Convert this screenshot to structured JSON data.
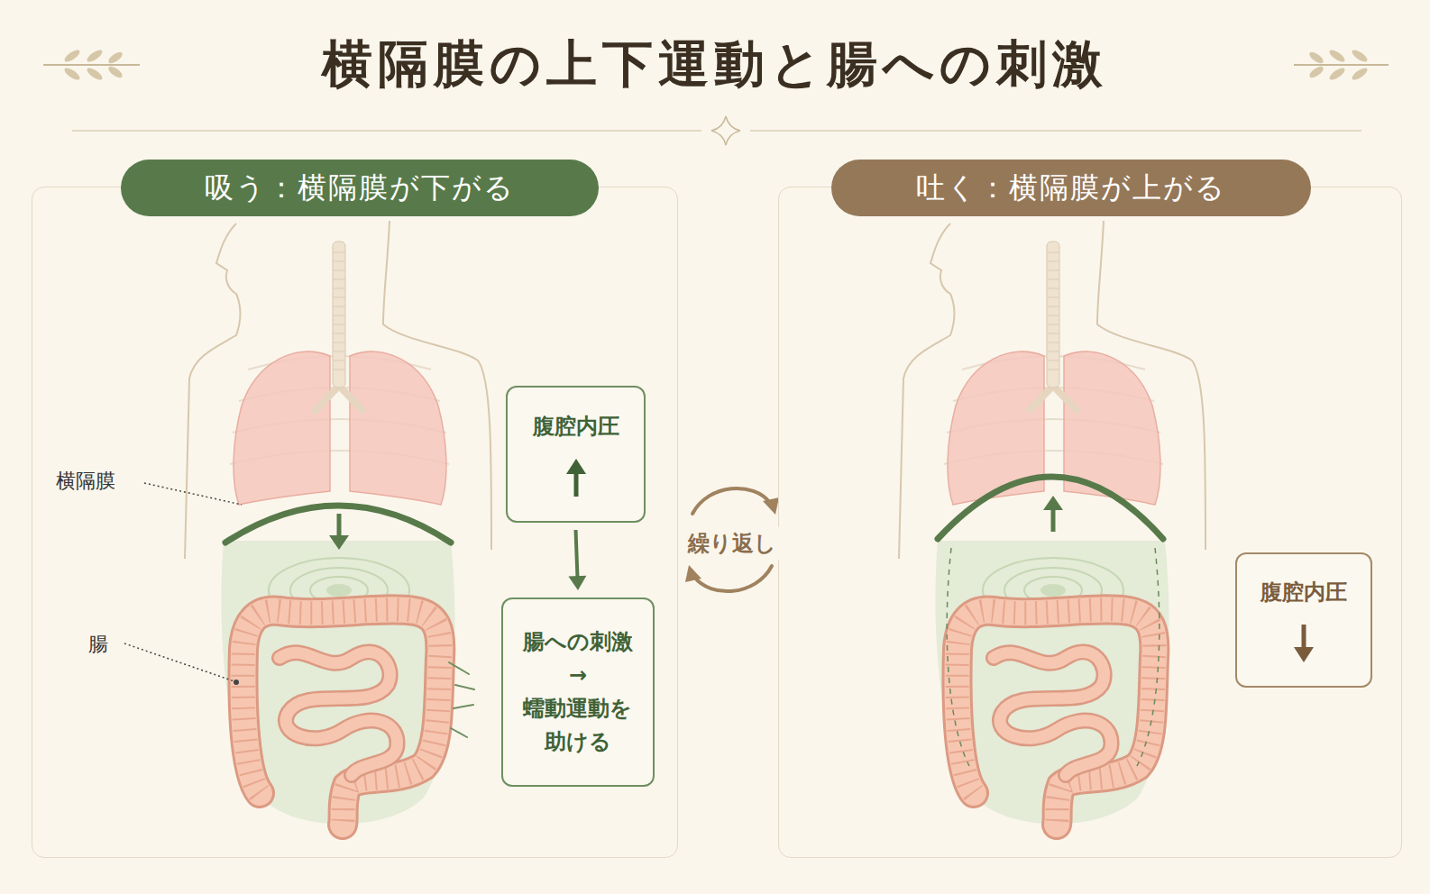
{
  "diagram": {
    "title": "横隔膜の上下運動と腸への刺激",
    "nodes": [
      {
        "text": [
          "吸う：横隔膜が下がる"
        ]
      },
      {
        "text": [
          "腹腔内圧"
        ],
        "in": 0
      },
      {
        "text": [
          "腸への刺激 → 蠕動運動を 助ける"
        ],
        "in": 0
      },
      {
        "text": [
          "吐く：横隔膜が上がる"
        ]
      },
      {
        "text": [
          "腹腔内圧"
        ],
        "in": 3
      }
    ],
    "edges": [
      {
        "from": 1,
        "to": 2,
        "arrow": "to"
      }
    ],
    "labels": [
      "横隔膜",
      "腸",
      "繰り返し"
    ]
  }
}
